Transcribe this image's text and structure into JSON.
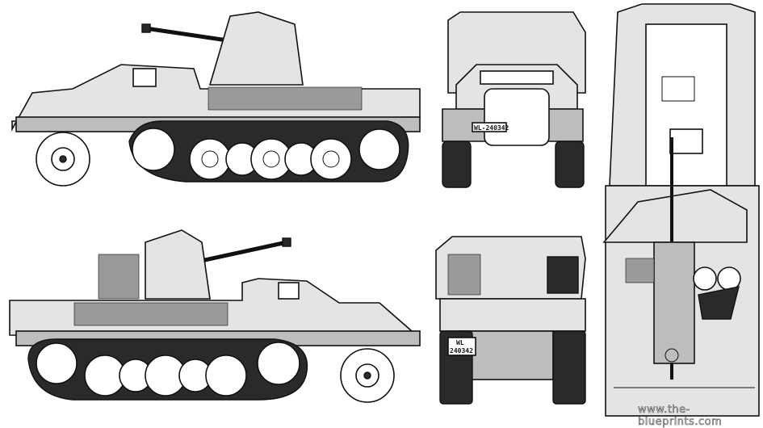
{
  "views": {
    "front_plate": "WL-240342",
    "rear_plate_line1": "WL",
    "rear_plate_line2": "240342"
  },
  "watermark": "www.the-blueprints.com"
}
